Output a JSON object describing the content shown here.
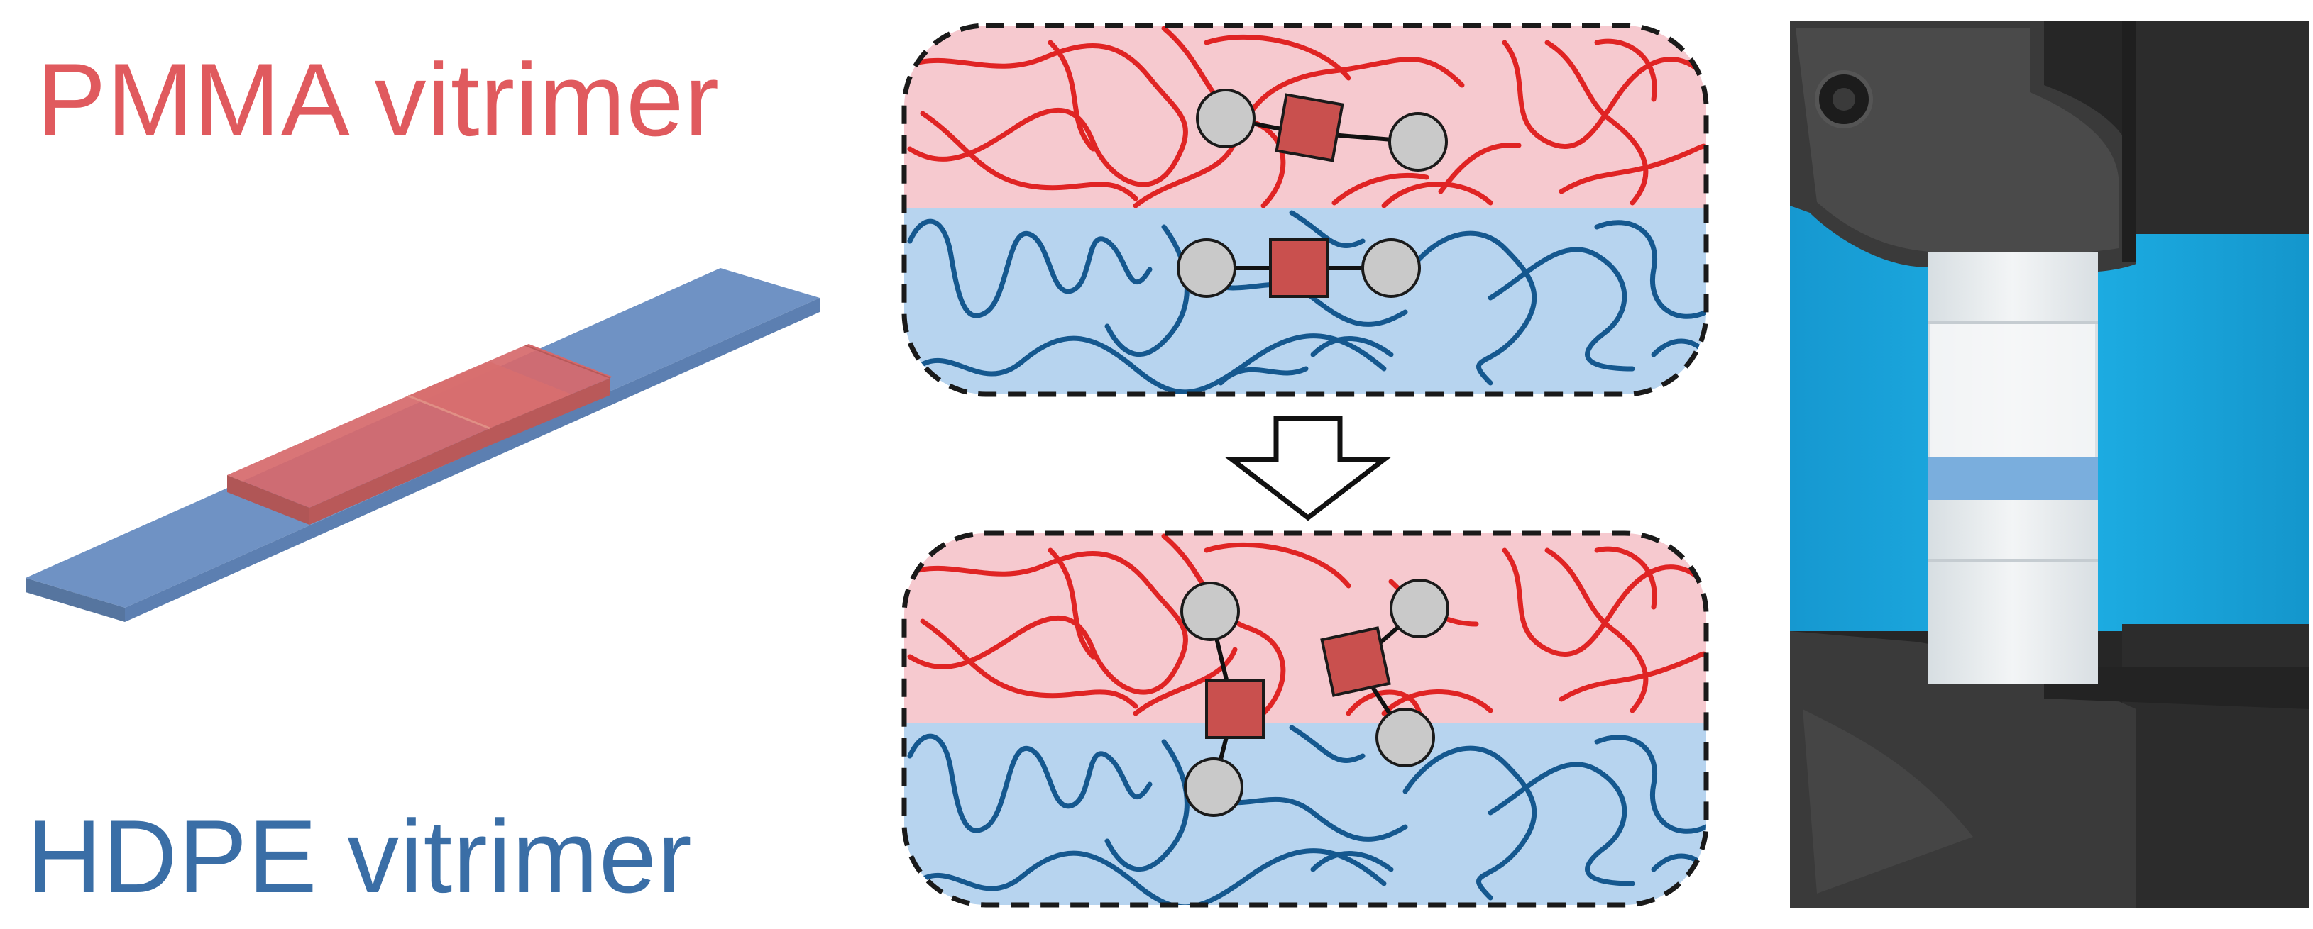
{
  "labels": {
    "pmma": "PMMA vitrimer",
    "hdpe": "HDPE vitrimer"
  },
  "colors": {
    "pmma_text": "#e05a5e",
    "hdpe_text": "#3a6ea6",
    "pmma_chain": "#e02424",
    "hdpe_chain": "#15588f",
    "pmma_region": "#f6c9cf",
    "hdpe_region": "#b7d4ef",
    "crosslinker": "#c9504e",
    "bead": "#c9c9c9",
    "strip_blue": "#6f92c4",
    "strip_red": "#d96b6b",
    "photo_background": "#1aa6dc",
    "grip": "#2e2e2e"
  },
  "icons": {
    "arrow": "hollow-down-arrow-icon",
    "bead": "circle",
    "crosslinker": "square"
  }
}
